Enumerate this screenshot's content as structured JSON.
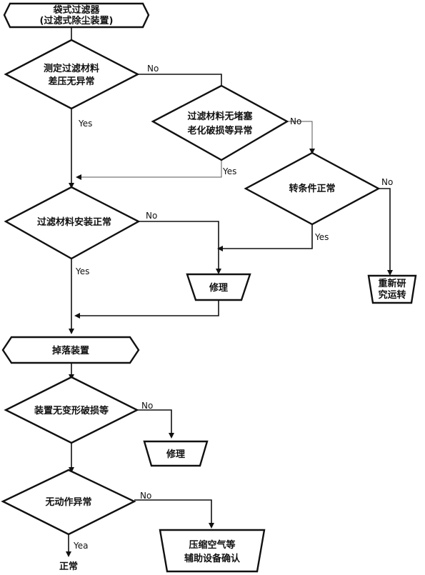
{
  "nodes": {
    "start": {
      "line1": "袋式过滤器",
      "line2": "(过滤式除尘装置)"
    },
    "d1": {
      "line1": "测定过滤材料",
      "line2": "差压无异常"
    },
    "d2": {
      "line1": "过滤材料无堵塞",
      "line2": "老化破损等异常"
    },
    "d3": {
      "line1": "转条件正常"
    },
    "d4": {
      "line1": "过滤材料安装正常"
    },
    "r1": {
      "line1": "修理"
    },
    "r2": {
      "line1": "重新研",
      "line2": "究运转"
    },
    "shake": {
      "line1": "掉落装置"
    },
    "d5": {
      "line1": "装置无变形破损等"
    },
    "r3": {
      "line1": "修理"
    },
    "d6": {
      "line1": "无动作异常"
    },
    "r4": {
      "line1": "压缩空气等",
      "line2": "辅助设备确认"
    },
    "end": {
      "line1": "正常"
    }
  },
  "labels": {
    "yes": "Yes",
    "no": "No",
    "yes_alt": "Yea"
  }
}
